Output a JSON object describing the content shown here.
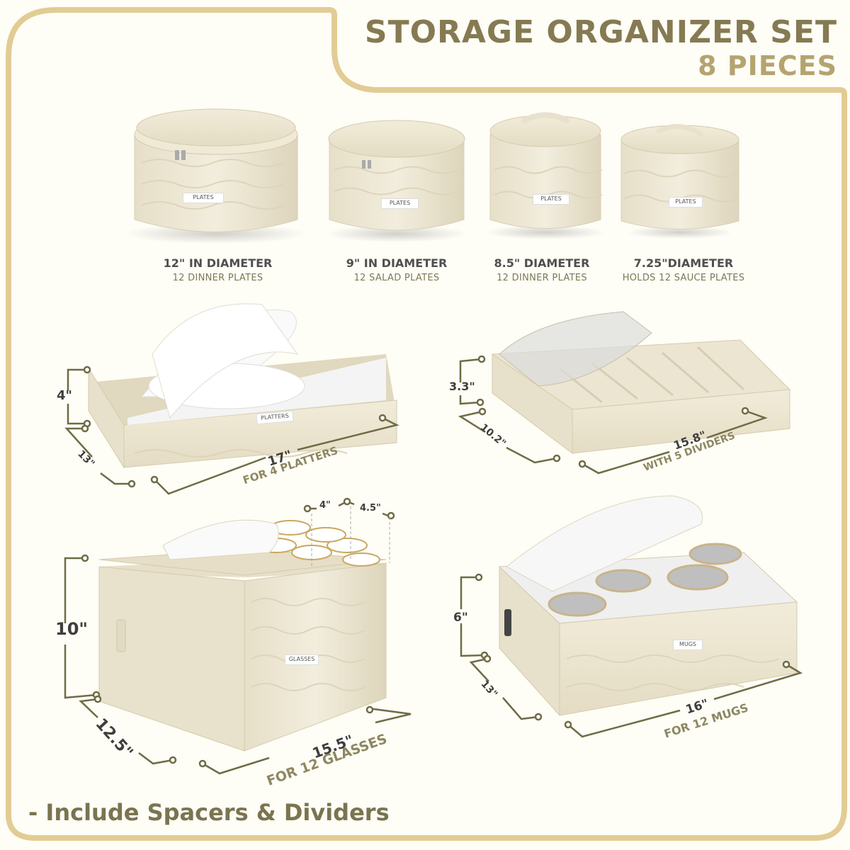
{
  "header": {
    "title": "STORAGE ORGANIZER SET",
    "subtitle": "8 PIECES"
  },
  "colors": {
    "frame": "#e2cc94",
    "title": "#857a52",
    "subtitle": "#b5a470",
    "dimension_line": "#6f6b45",
    "product_fabric": "#ece6d2",
    "background": "#fefdf6"
  },
  "plate_cases": [
    {
      "size": "12\" IN DIAMETER",
      "capacity": "12 DINNER PLATES",
      "label": "PLATES"
    },
    {
      "size": "9\" IN DIAMETER",
      "capacity": "12 SALAD PLATES",
      "label": "PLATES"
    },
    {
      "size": "8.5\" DIAMETER",
      "capacity": "12 DINNER PLATES",
      "label": "PLATES"
    },
    {
      "size": "7.25\"DIAMETER",
      "capacity": "HOLDS 12 SAUCE PLATES",
      "label": "PLATES"
    }
  ],
  "boxes": {
    "platters": {
      "height": "4\"",
      "depth": "13\"",
      "width": "17\"",
      "note": "FOR 4 PLATTERS",
      "label": "PLATTERS"
    },
    "flatware": {
      "height": "3.3\"",
      "depth": "10.2\"",
      "width": "15.8\"",
      "note": "WITH 5 DIVIDERS"
    },
    "glasses": {
      "height": "10\"",
      "depth": "12.5\"",
      "width": "15.5\"",
      "note": "FOR 12 GLASSES",
      "cell_w": "4\"",
      "cell_d": "4.5\"",
      "label": "GLASSES"
    },
    "mugs": {
      "height": "6\"",
      "depth": "13\"",
      "width": "16\"",
      "note": "FOR 12 MUGS",
      "label": "MUGS"
    }
  },
  "footer": {
    "note": "- Include Spacers & Dividers"
  }
}
